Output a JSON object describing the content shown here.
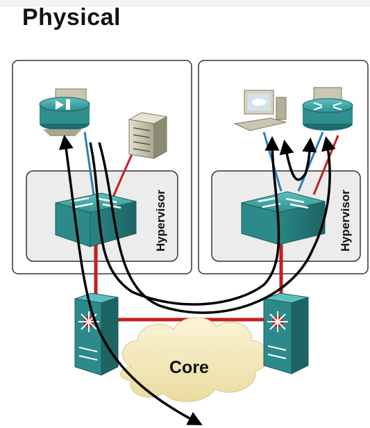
{
  "title": "Physical",
  "left_host": {
    "hypervisor_label": "Hypervisor"
  },
  "right_host": {
    "hypervisor_label": "Hypervisor"
  },
  "core": {
    "label": "Core"
  },
  "colors": {
    "device_teal": "#2f8e8e",
    "device_teal_dark": "#1f6b6b",
    "link_red": "#c41e1e",
    "link_blue": "#2a7fb8",
    "flow_black": "#000000",
    "host_border": "#333333",
    "hypervisor_fill": "#ececec",
    "cloud_fill": "#f6ecc0"
  },
  "icons": {
    "left_vm": "video-server-icon",
    "left_server": "tower-server-icon",
    "left_switch": "virtual-switch-icon",
    "right_pc": "workstation-icon",
    "right_router": "router-icon",
    "right_switch": "virtual-switch-icon",
    "core_left": "layer3-switch-icon",
    "core_right": "layer3-switch-icon",
    "cloud": "cloud-icon"
  }
}
